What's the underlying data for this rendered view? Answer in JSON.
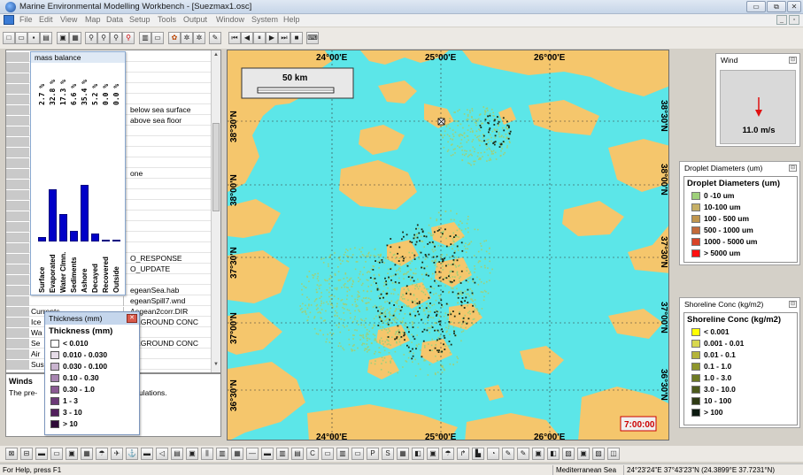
{
  "window": {
    "title": "Marine Environmental Modelling Workbench - [Suezmax1.osc]",
    "controls": {
      "minimize": "▭",
      "maximize": "⧉",
      "close": "✕"
    }
  },
  "menu": {
    "items": [
      "File",
      "Edit",
      "View",
      "Map",
      "Data",
      "Setup",
      "Tools",
      "Output",
      "Window",
      "System",
      "Help"
    ],
    "mdi_controls": {
      "minimize": "_",
      "restore": "▫"
    }
  },
  "toolbar": {
    "top_buttons": [
      "new-icon",
      "open-icon",
      "save-icon",
      "print-icon",
      "copy-icon",
      "paste-icon",
      "zoom-icon",
      "zoom-in-icon",
      "zoom-out-icon",
      "zoom-extent-icon",
      "grid-icon",
      "legend-icon",
      "palette-icon",
      "settings-icon",
      "settings2-icon",
      "draw-icon"
    ],
    "playback": {
      "rewind": "⏮",
      "step_back": "◀",
      "pause": "⏸",
      "play": "▶",
      "step_forward": "⏭",
      "stop": "■",
      "record": "⌨"
    }
  },
  "properties": {
    "rows": [
      {
        "name": "",
        "value": ""
      },
      {
        "name": "",
        "value": ""
      },
      {
        "name": "",
        "value": ""
      },
      {
        "name": "",
        "value": ""
      },
      {
        "name": "",
        "value": ""
      },
      {
        "name": "",
        "value": "below sea surface"
      },
      {
        "name": "",
        "value": "above sea floor"
      },
      {
        "name": "",
        "value": ""
      },
      {
        "name": "",
        "value": ""
      },
      {
        "name": "",
        "value": ""
      },
      {
        "name": "",
        "value": ""
      },
      {
        "name": "",
        "value": "one"
      },
      {
        "name": "",
        "value": ""
      },
      {
        "name": "",
        "value": ""
      },
      {
        "name": "",
        "value": ""
      },
      {
        "name": "",
        "value": ""
      },
      {
        "name": "",
        "value": ""
      },
      {
        "name": "",
        "value": ""
      },
      {
        "name": "",
        "value": ""
      },
      {
        "name": "",
        "value": "O_RESPONSE"
      },
      {
        "name": "",
        "value": "O_UPDATE"
      },
      {
        "name": "",
        "value": ""
      },
      {
        "name": "",
        "value": "egeanSea.hab"
      },
      {
        "name": "",
        "value": "egeanSpill7.wnd"
      },
      {
        "name": "Currents",
        "value": "Aegean2corr.DIR"
      },
      {
        "name": "Ice",
        "value": "CKGROUND CONC"
      },
      {
        "name": "Wa",
        "value": ""
      },
      {
        "name": "Se",
        "value": "CKGROUND CONC"
      },
      {
        "name": "Air",
        "value": ""
      },
      {
        "name": "Sus",
        "value": ""
      }
    ],
    "description_title": "Winds",
    "description_text": "The pre-",
    "description_text_end": "ulations."
  },
  "mass_balance": {
    "title": "mass balance",
    "categories": [
      "Surface",
      "Evaporated",
      "Water Clmn.",
      "Sediments",
      "Ashore",
      "Decayed",
      "Recovered",
      "Outside"
    ],
    "percent_labels": [
      "2.7 %",
      "32.8 %",
      "17.3 %",
      "6.6 %",
      "35.4 %",
      "5.2 %",
      "0.0 %",
      "0.0 %"
    ],
    "values": [
      2.7,
      32.8,
      17.3,
      6.6,
      35.4,
      5.2,
      0.0,
      0.0
    ]
  },
  "thickness": {
    "title": "Thickness (mm)",
    "close": "✕",
    "heading": "Thickness (mm)",
    "items": [
      {
        "label": "< 0.010",
        "color": "#ffffff"
      },
      {
        "label": "0.010 - 0.030",
        "color": "#e6dce8"
      },
      {
        "label": "0.030 - 0.100",
        "color": "#c9b4cf"
      },
      {
        "label": "0.10  - 0.30",
        "color": "#a886b1"
      },
      {
        "label": "0.30  - 1.0",
        "color": "#8a5a93"
      },
      {
        "label": "1  -  3",
        "color": "#6c3a77"
      },
      {
        "label": "3 - 10",
        "color": "#52205d"
      },
      {
        "label": "> 10",
        "color": "#2e0a38"
      }
    ]
  },
  "map": {
    "scale_label": "50 km",
    "lon_labels": [
      "24°00'E",
      "25°00'E",
      "26°00'E"
    ],
    "lat_labels": [
      "38°30'N",
      "38°00'N",
      "37°30'N",
      "37°00'N",
      "36°30'N"
    ],
    "time": "7:00:00",
    "sea_color": "#5ce6e8",
    "land_color": "#f5c66c"
  },
  "wind": {
    "title": "Wind",
    "speed": "11.0 m/s",
    "pin": "⊟"
  },
  "droplet": {
    "title": "Droplet Diameters (um)",
    "heading": "Droplet Diameters (um)",
    "pin": "⊟",
    "items": [
      {
        "label": "0 -10 um",
        "color": "#9ed07a"
      },
      {
        "label": "10-100 um",
        "color": "#c6b067"
      },
      {
        "label": "100 - 500 um",
        "color": "#c0964e"
      },
      {
        "label": "500 - 1000 um",
        "color": "#c26a3a"
      },
      {
        "label": "1000 - 5000 um",
        "color": "#d84327"
      },
      {
        "label": "> 5000 um",
        "color": "#ff1010"
      }
    ]
  },
  "shoreline": {
    "title": "Shoreline Conc (kg/m2)",
    "heading": "Shoreline Conc (kg/m2)",
    "pin": "⊟",
    "items": [
      {
        "label": "< 0.001",
        "color": "#ffff00"
      },
      {
        "label": "0.001 - 0.01",
        "color": "#d8d850"
      },
      {
        "label": "0.01 - 0.1",
        "color": "#b4b43a"
      },
      {
        "label": "0.1 - 1.0",
        "color": "#8e962c"
      },
      {
        "label": "1.0 - 3.0",
        "color": "#6d7a24"
      },
      {
        "label": "3.0 - 10.0",
        "color": "#4c5a1c"
      },
      {
        "label": "10 - 100",
        "color": "#2e3a14"
      },
      {
        "label": "> 100",
        "color": "#0c1a10"
      }
    ]
  },
  "status": {
    "help": "For Help, press F1",
    "region": "Mediterranean Sea",
    "coords": "24°23'24\"E 37°43'23\"N (24.3899°E 37.7231°N)"
  }
}
